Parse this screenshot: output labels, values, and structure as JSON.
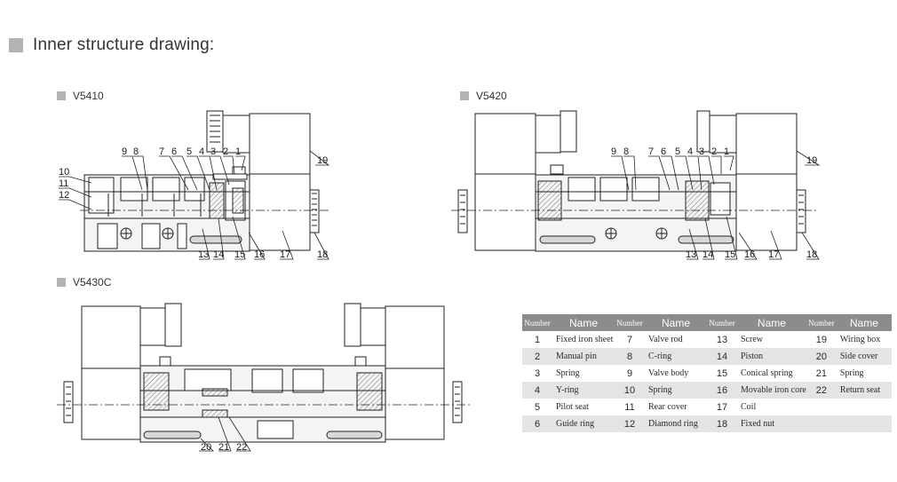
{
  "heading": "Inner structure drawing:",
  "models": [
    "V5410",
    "V5420",
    "V5430C"
  ],
  "callouts": {
    "v5410_top": [
      "9",
      "8",
      "7",
      "6",
      "5",
      "4",
      "3",
      "2",
      "1"
    ],
    "v5410_left": [
      "10",
      "11",
      "12"
    ],
    "v5410_bottom": [
      "13",
      "14",
      "15",
      "16",
      "17",
      "18"
    ],
    "v5410_coil": "19",
    "v5420_top": [
      "9",
      "8",
      "7",
      "6",
      "5",
      "4",
      "3",
      "2",
      "1"
    ],
    "v5420_bottom": [
      "13",
      "14",
      "15",
      "16",
      "17",
      "18"
    ],
    "v5420_coil": "19",
    "v5430c_bottom": [
      "20",
      "21",
      "22"
    ]
  },
  "parts_table": {
    "header_number": "Number",
    "header_name": "Name",
    "rows": [
      [
        {
          "no": "1",
          "name": "Fixed iron sheet"
        },
        {
          "no": "7",
          "name": "Valve rod"
        },
        {
          "no": "13",
          "name": "Screw"
        },
        {
          "no": "19",
          "name": "Wiring box"
        }
      ],
      [
        {
          "no": "2",
          "name": "Manual pin"
        },
        {
          "no": "8",
          "name": "C-ring"
        },
        {
          "no": "14",
          "name": "Piston"
        },
        {
          "no": "20",
          "name": "Side cover"
        }
      ],
      [
        {
          "no": "3",
          "name": "Spring"
        },
        {
          "no": "9",
          "name": "Valve body"
        },
        {
          "no": "15",
          "name": "Conical spring"
        },
        {
          "no": "21",
          "name": "Spring"
        }
      ],
      [
        {
          "no": "4",
          "name": "Y-ring"
        },
        {
          "no": "10",
          "name": "Spring"
        },
        {
          "no": "16",
          "name": "Movable iron core"
        },
        {
          "no": "22",
          "name": "Return seat"
        }
      ],
      [
        {
          "no": "5",
          "name": "Pilot seat"
        },
        {
          "no": "11",
          "name": "Rear cover"
        },
        {
          "no": "17",
          "name": "Coil"
        },
        {
          "no": "",
          "name": ""
        }
      ],
      [
        {
          "no": "6",
          "name": "Guide ring"
        },
        {
          "no": "12",
          "name": "Diamond ring"
        },
        {
          "no": "18",
          "name": "Fixed nut"
        },
        {
          "no": "",
          "name": ""
        }
      ]
    ]
  }
}
